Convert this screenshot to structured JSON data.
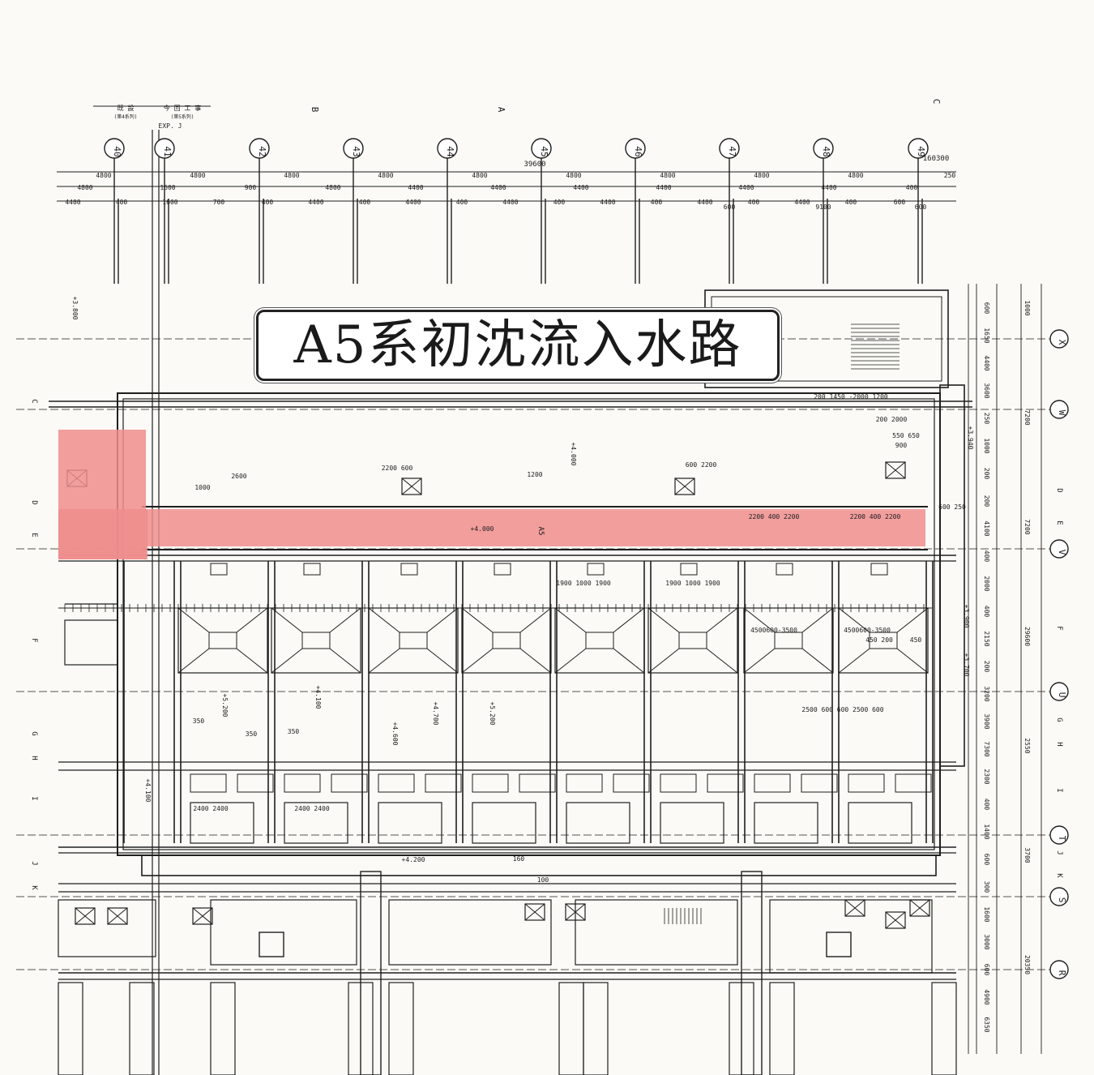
{
  "title": "A5系初沈流入水路",
  "colors": {
    "highlight": "#ef8d8d",
    "line": "#1e1e1e",
    "paper": "#fbfaf6"
  },
  "header": {
    "left_label": "既 設",
    "left_sub": "(第4系列)",
    "right_label": "今 回 工 事",
    "right_sub": "(第5系列)",
    "exp_joint": "EXP. J",
    "section_marks": [
      "B",
      "A",
      "C"
    ]
  },
  "grid_columns": [
    "40",
    "41",
    "42",
    "43",
    "44",
    "45",
    "46",
    "47",
    "48",
    "49"
  ],
  "grid_rows": [
    "X",
    "W",
    "V",
    "U",
    "T",
    "S",
    "R"
  ],
  "section_letters_left": [
    "C",
    "D",
    "E",
    "F",
    "G",
    "H",
    "I",
    "J",
    "K"
  ],
  "section_letters_right": [
    "D",
    "E",
    "F",
    "G",
    "H",
    "I",
    "J",
    "K"
  ],
  "dims_top": {
    "overall": "39600",
    "end": "160300",
    "row1": [
      "4800",
      "4800",
      "4800",
      "4800",
      "4800",
      "4800",
      "4800",
      "4800",
      "4800",
      "250"
    ],
    "row2": [
      "4800",
      "1600",
      "900",
      "4800",
      "4400",
      "4400",
      "4400",
      "4400",
      "4400",
      "4400",
      "400"
    ],
    "row3": [
      "4400",
      "400",
      "1600",
      "700",
      "400",
      "4400",
      "400",
      "4400",
      "400",
      "4400",
      "400",
      "4400",
      "400",
      "4400",
      "400",
      "4400",
      "400",
      "600"
    ],
    "sub": [
      "600",
      "9100",
      "600"
    ]
  },
  "dims_right": {
    "col_a": [
      "600",
      "1650",
      "4400",
      "3600",
      "250",
      "1000",
      "200",
      "200",
      "4100",
      "400",
      "2000",
      "400",
      "2150",
      "200",
      "3200",
      "3900",
      "7300",
      "2300",
      "400",
      "1400",
      "600",
      "300",
      "1600",
      "3000",
      "600",
      "4900",
      "6350"
    ],
    "col_b": [
      "1000",
      "7200",
      "7200",
      "29600",
      "2550",
      "3700",
      "20350"
    ]
  },
  "elevations": [
    "+4.000",
    "+4.000",
    "+5.200",
    "+4.100",
    "+4.600",
    "+4.700",
    "+5.200",
    "+4.100",
    "+4.200",
    "+3.940",
    "+3.900",
    "+3.700",
    "+3.800"
  ],
  "annotations": {
    "inflow_label": "A5",
    "misc": [
      "1200",
      "2200 400 2200",
      "2200 400 2200",
      "600 250",
      "1900 1000 1900",
      "1900 1000 1900",
      "2500 600 600 2500 600",
      "200 1450 -2000 1200",
      "200 2000",
      "550 650",
      "900",
      "2200 600",
      "600 2200",
      "1000",
      "2600",
      "2400 2400",
      "2400 2400",
      "350",
      "350",
      "350",
      "100",
      "160",
      "4500600-3500",
      "4500600-3500",
      "450 200",
      "450"
    ]
  }
}
